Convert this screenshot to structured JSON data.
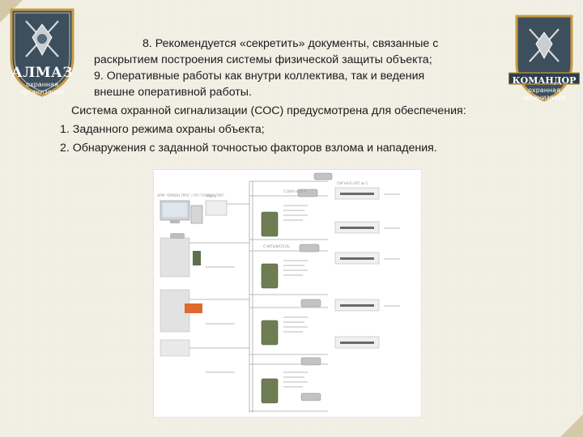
{
  "logos": {
    "left": {
      "name": "АЛМАЗ",
      "sub1": "охранная",
      "sub2": "организация"
    },
    "right": {
      "name": "КОМАНДОР",
      "sub1": "охранная",
      "sub2": "организация"
    }
  },
  "text": {
    "line1": "8. Рекомендуется «секретить» документы, связанные с",
    "line2": "раскрытием построения системы физической защиты объекта;",
    "line3": "9. Оперативные работы как внутри коллектива, так и ведения",
    "line4": "внешне оперативной работы.",
    "line5": "Система охранной сигнализации (СОС) предусмотрена для обеспечения:",
    "line6": "1. Заданного режима охраны объекта;",
    "line7": "2. Обнаружения с заданной точностью факторов взлома и нападения."
  },
  "colors": {
    "shield_dark": "#3d4f5d",
    "shield_border": "#c79b45",
    "text": "#1a1a1a"
  },
  "diagram": {
    "icon": "security-system-schematic",
    "labels": {
      "arm": "АРМ \"ОРИОН ПРО\" / ПО \"ОРИОН ПРО\"",
      "pi": "ПИ-1",
      "c2000_4_np": "С2000-4 № 6",
      "signal20": "СИГНАЛ-20П № 1",
      "reader": "СЧИТЫВАТЕЛЬ"
    }
  }
}
